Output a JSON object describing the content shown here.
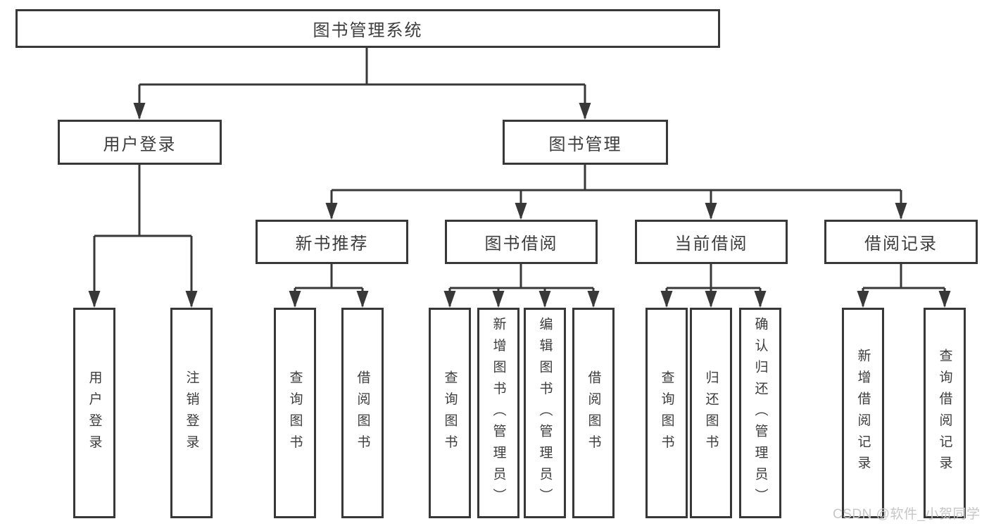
{
  "diagram": {
    "root": "图书管理系统",
    "level2": {
      "user_login": "用户登录",
      "book_management": "图书管理"
    },
    "level3": {
      "new_book_recommend": "新书推荐",
      "book_borrowing": "图书借阅",
      "current_borrowing": "当前借阅",
      "borrowing_records": "借阅记录"
    },
    "leaves": {
      "user_login": [
        "用户登录",
        "注销登录"
      ],
      "new_book_recommend": [
        "查询图书",
        "借阅图书"
      ],
      "book_borrowing": [
        "查询图书",
        "新增图书（管理员）",
        "编辑图书（管理员）",
        "借阅图书"
      ],
      "current_borrowing": [
        "查询图书",
        "归还图书",
        "确认归还（管理员）"
      ],
      "borrowing_records": [
        "新增借阅记录",
        "查询借阅记录"
      ]
    }
  },
  "watermark": "CSDN @软件_小贺同学",
  "colors": {
    "line": "#383838",
    "text": "#3d3d3d",
    "watermark": "#c7c7c7",
    "background": "#ffffff"
  }
}
